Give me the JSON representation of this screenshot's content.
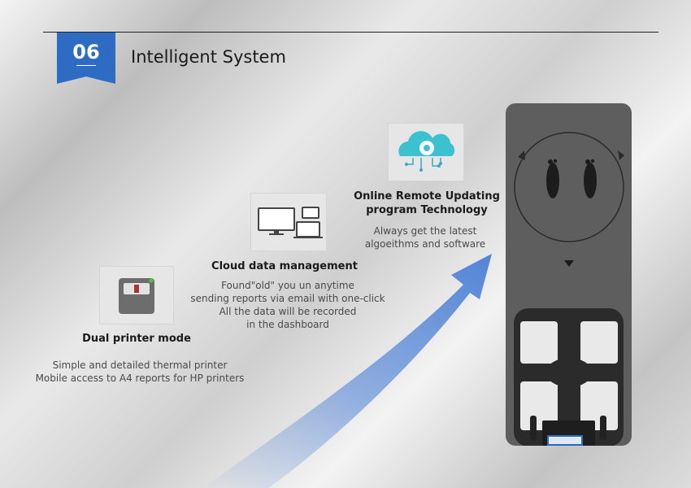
{
  "badge": {
    "number": "06"
  },
  "title": "Intelligent System",
  "features": [
    {
      "heading": "Dual printer mode",
      "lines": [
        "Simple and detailed thermal printer",
        "Mobile access to A4 reports for HP printers"
      ],
      "icon": "thermal-printer-icon"
    },
    {
      "heading": "Cloud data management",
      "lines": [
        "Found\"old\" you un anytime",
        "sending reports via email with one-click",
        "All the data will be recorded",
        "in the dashboard"
      ],
      "icon": "devices-icon"
    },
    {
      "heading_lines": [
        "Online Remote Updating",
        "program Technology"
      ],
      "lines": [
        "Always get the latest",
        "algoeithms and software"
      ],
      "icon": "cloud-gear-icon"
    }
  ],
  "colors": {
    "accent": "#2e6bc2",
    "arrow": "#4a7fd6",
    "device": "#5e5e5e"
  }
}
